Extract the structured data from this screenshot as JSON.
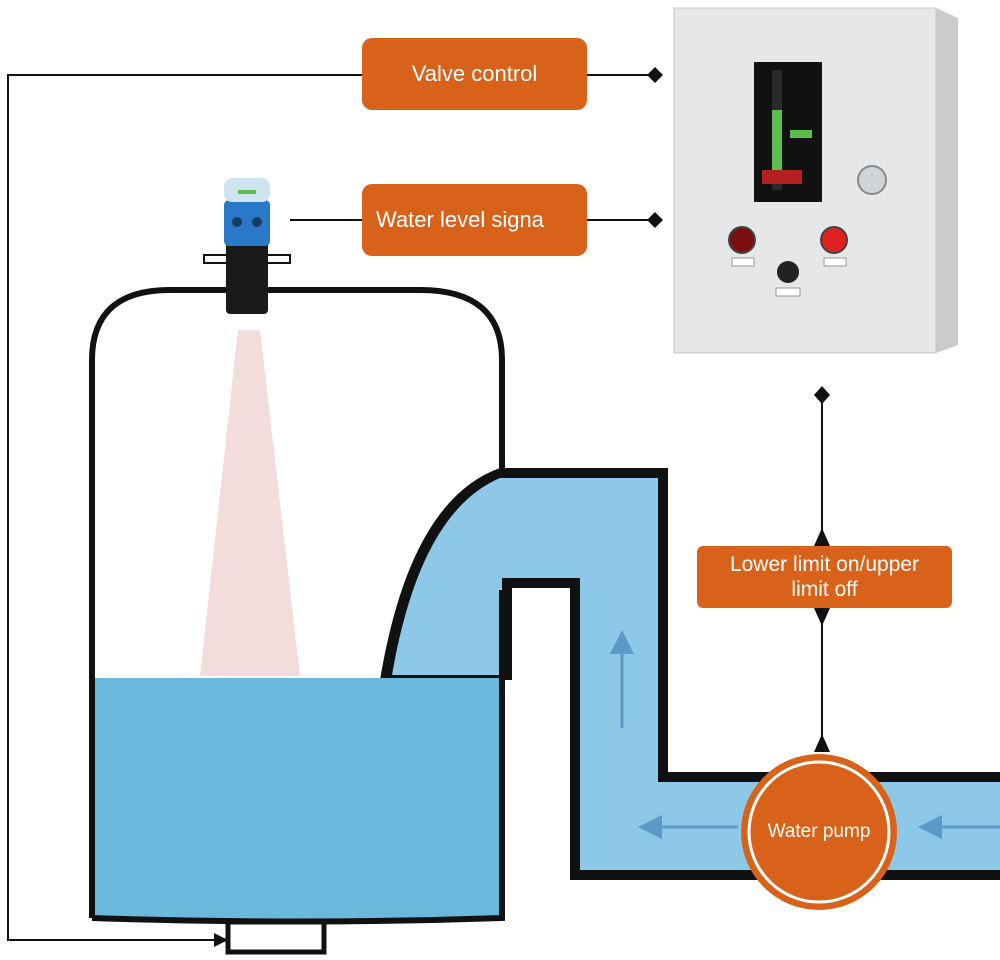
{
  "labels": {
    "valve_control": "Valve control",
    "water_level_signal": "Water level signa",
    "limit_line1": "Lower limit on/upper",
    "limit_line2": "limit off",
    "water_pump": "Water pump"
  },
  "colors": {
    "label_orange": "#d9621a",
    "water_blue": "#6ab8dc",
    "pipe_blue": "#8ec8e8",
    "outline": "#111111",
    "beam": "#f2dcdc",
    "sensor_blue": "#2a78c8",
    "cabinet": "#e6e7e8"
  }
}
